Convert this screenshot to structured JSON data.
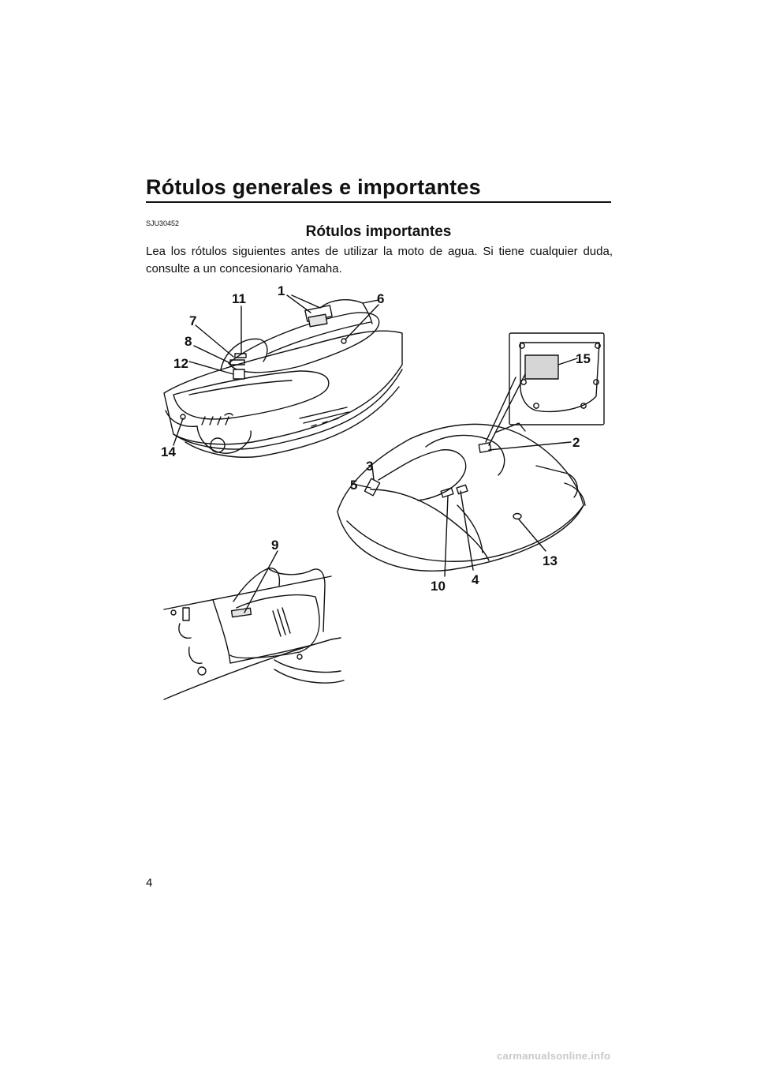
{
  "header": {
    "title": "Rótulos generales e importantes"
  },
  "section": {
    "code": "SJU30452",
    "title": "Rótulos importantes",
    "intro": "Lea los rótulos siguientes antes de utilizar la moto de agua. Si tiene cualquier duda, consulte a un concesionario Yamaha."
  },
  "callouts": [
    "1",
    "2",
    "3",
    "4",
    "5",
    "6",
    "7",
    "8",
    "9",
    "10",
    "11",
    "12",
    "13",
    "14",
    "15"
  ],
  "footer": {
    "page_number": "4"
  },
  "watermark": "carmanualsonline.info"
}
